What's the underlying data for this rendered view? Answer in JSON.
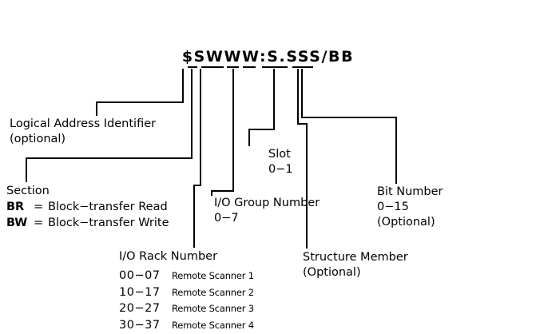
{
  "diagram": {
    "address_format": "$SWWW:S.SSS/BB",
    "segments": [
      {
        "name": "logical-address-identifier",
        "chars": "$"
      },
      {
        "name": "section",
        "chars": "S"
      },
      {
        "name": "io-rack-number",
        "chars": "WW"
      },
      {
        "name": "io-group-number",
        "chars": "W"
      },
      {
        "name": "slot",
        "chars": "S"
      },
      {
        "name": "structure-member",
        "chars": "SSS"
      },
      {
        "name": "bit-number",
        "chars": "BB"
      }
    ],
    "labels": {
      "logical_address_identifier": {
        "title": "Logical Address Identifier",
        "note": "(optional)"
      },
      "section": {
        "title": "Section",
        "rows": [
          {
            "code": "BR",
            "eq": "=",
            "desc": "Block−transfer Read"
          },
          {
            "code": "BW",
            "eq": "=",
            "desc": "Block−transfer Write"
          }
        ]
      },
      "io_rack_number": {
        "title": "I/O Rack Number",
        "rows": [
          {
            "range": "00−07",
            "scanner": "Remote Scanner 1"
          },
          {
            "range": "10−17",
            "scanner": "Remote Scanner 2"
          },
          {
            "range": "20−27",
            "scanner": "Remote Scanner 3"
          },
          {
            "range": "30−37",
            "scanner": "Remote Scanner 4"
          }
        ]
      },
      "io_group_number": {
        "title": "I/O Group Number",
        "range": "0−7"
      },
      "slot": {
        "title": "Slot",
        "range": "0−1"
      },
      "structure_member": {
        "title": "Structure Member",
        "note": "(Optional)"
      },
      "bit_number": {
        "title": "Bit Number",
        "range": "0−15",
        "note": "(Optional)"
      }
    },
    "colors": {
      "line": "#000000",
      "text": "#000000",
      "background": "#ffffff"
    }
  }
}
